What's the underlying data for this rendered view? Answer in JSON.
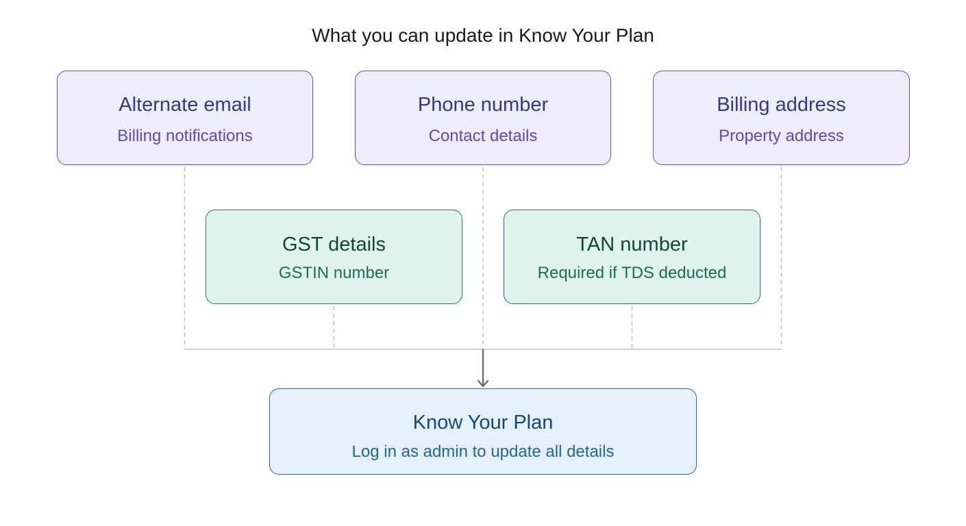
{
  "title": "What you can update in Know Your Plan",
  "nodes": {
    "alternate_email": {
      "name": "Alternate email",
      "sub": "Billing notifications"
    },
    "phone_number": {
      "name": "Phone number",
      "sub": "Contact details"
    },
    "billing_address": {
      "name": "Billing address",
      "sub": "Property address"
    },
    "gst_details": {
      "name": "GST details",
      "sub": "GSTIN number"
    },
    "tan_number": {
      "name": "TAN number",
      "sub": "Required if TDS deducted"
    },
    "know_your_plan": {
      "name": "Know Your Plan",
      "sub": "Log in as admin to update all details"
    }
  },
  "colors": {
    "purple_fill": "#eeedfb",
    "purple_stroke": "#5e50b5",
    "green_fill": "#e1f4ec",
    "green_stroke": "#1f7a5a",
    "blue_fill": "#e6f0fa",
    "blue_stroke": "#2a6aa4",
    "connector": "#b4b2a9",
    "arrow": "#6b6b66"
  }
}
